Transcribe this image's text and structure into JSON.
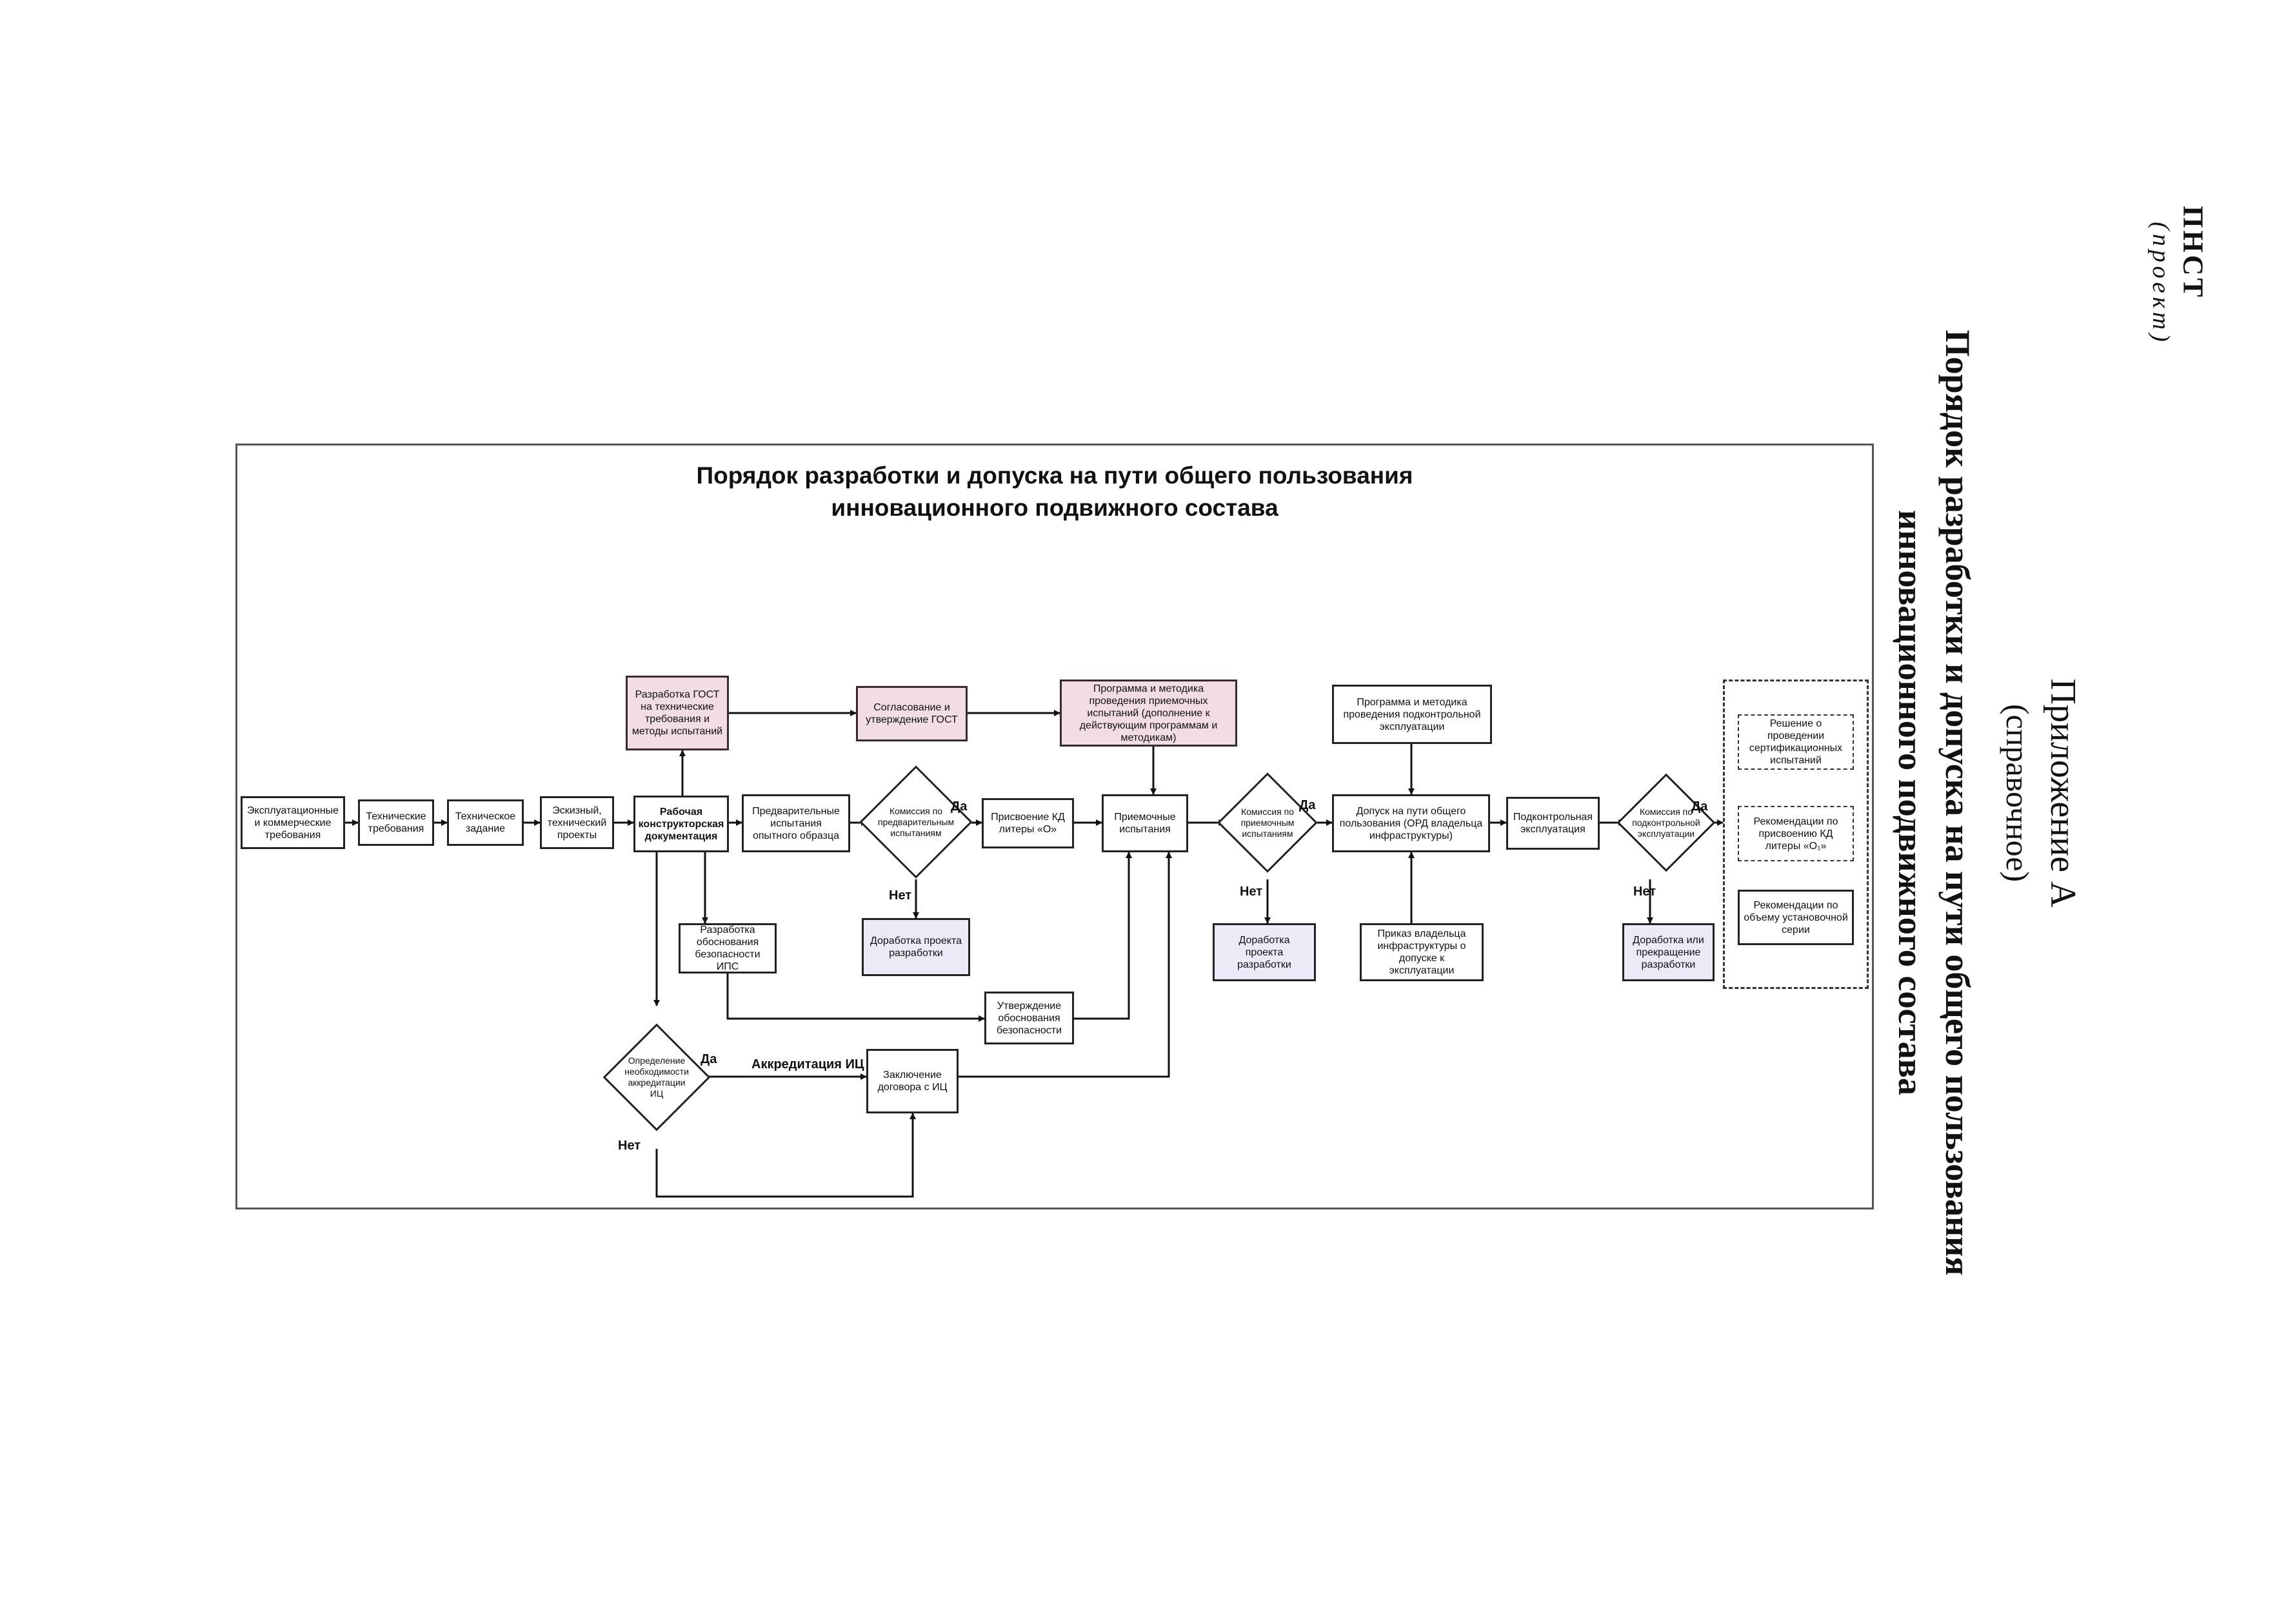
{
  "header": {
    "code": "ПНСТ",
    "draft": "(проект)"
  },
  "appendix": {
    "title": "Приложение А",
    "subtitle": "(справочное)",
    "name_line1": "Порядок разработки и допуска на пути общего пользования",
    "name_line2": "инновационного подвижного состава"
  },
  "diagram": {
    "title_line1": "Порядок разработки и допуска на пути общего пользования",
    "title_line2": "инновационного подвижного состава",
    "nodes": {
      "ops_req": "Эксплуатационные и коммерческие требования",
      "tech_req": "Технические требования",
      "tech_task": "Техническое задание",
      "sketch": "Эскизный, технический проекты",
      "working_doc": "Рабочая конструкторская документация",
      "gost_dev": "Разработка ГОСТ на технические требования и методы испытаний",
      "prelim_test": "Предварительные испытания опытного образца",
      "commission_prelim": "Комиссия по предварительным испытаниям",
      "gost_approve": "Согласование и утверждение ГОСТ",
      "assign_o": "Присвоение КД литеры «О»",
      "rework1": "Доработка проекта разработки",
      "program_accept": "Программа и методика проведения приемочных испытаний (дополнение к действующим программам и методикам)",
      "accept_test": "Приемочные испытания",
      "commission_accept": "Комиссия по приемочным испытаниям",
      "rework2": "Доработка проекта разработки",
      "safety_just": "Разработка обоснования безопасности ИПС",
      "safety_approve": "Утверждение обоснования безопасности",
      "accr_need": "Определение необходимости аккредитации ИЦ",
      "contract": "Заключение договора с ИЦ",
      "program_control": "Программа и методика проведения подконтрольной эксплуатации",
      "admission": "Допуск на пути общего пользования (ОРД владельца инфраструктуры)",
      "order": "Приказ владельца инфраструктуры о допуске к эксплуатации",
      "control_ops": "Подконтрольная эксплуатация",
      "commission_control": "Комиссия по подконтрольной эксплуатации",
      "rework3": "Доработка или прекращение разработки",
      "cert_decision": "Решение о проведении сертификационных испытаний",
      "assign_o1": "Рекомендации по присвоению КД литеры «О₁»",
      "series_rec": "Рекомендации по объему установочной серии"
    },
    "labels": {
      "yes": "Да",
      "no": "Нет",
      "accreditation": "Аккредитация ИЦ"
    }
  }
}
